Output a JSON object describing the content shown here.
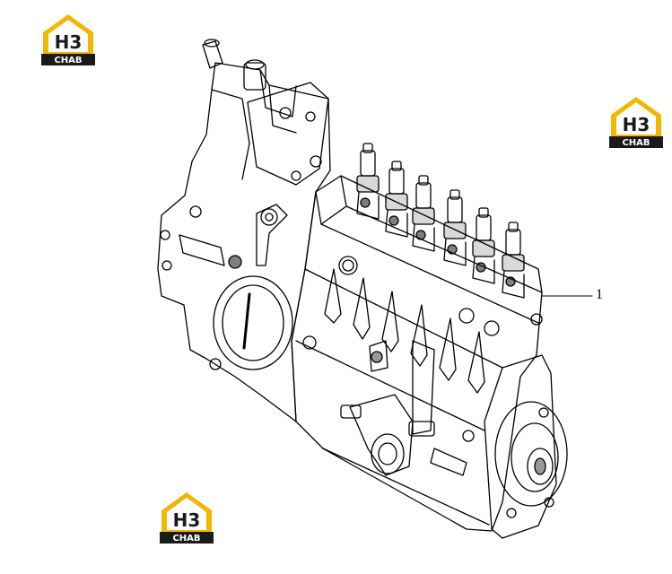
{
  "logos": [
    {
      "h3": "H3",
      "sub": "CHAB",
      "color": "#f2b705"
    },
    {
      "h3": "H3",
      "sub": "CHAB",
      "color": "#f2b705"
    },
    {
      "h3": "H3",
      "sub": "CHAB",
      "color": "#f2b705"
    }
  ],
  "callout": {
    "label": "1"
  },
  "colors": {
    "line": "#000000",
    "logo_yellow": "#f2b705",
    "logo_black": "#1a1a1a"
  }
}
